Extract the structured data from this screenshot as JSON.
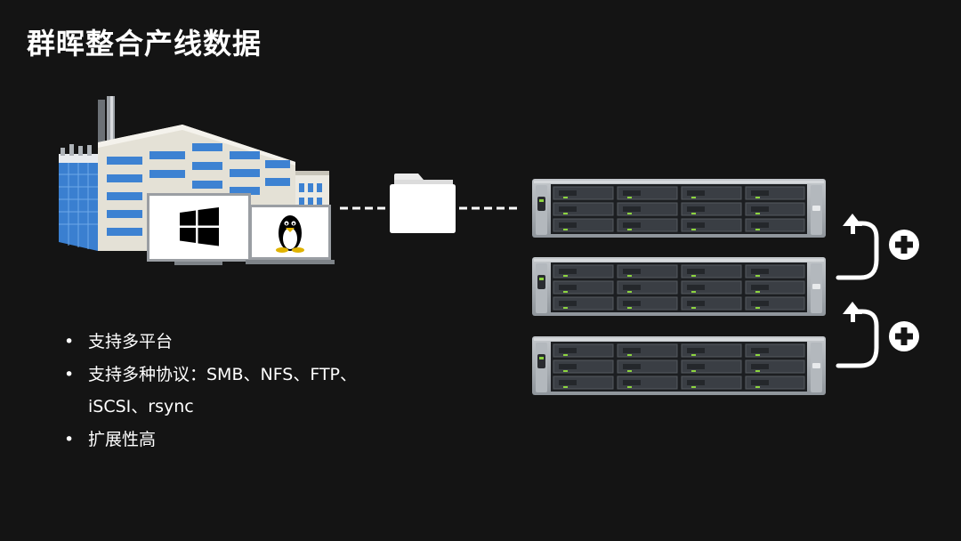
{
  "title": "群晖整合产线数据",
  "bullets": [
    "支持多平台",
    "支持多种协议：SMB、NFS、FTP、iSCSI、rsync",
    "扩展性高"
  ],
  "bullet_marker": "•",
  "icons": {
    "factory": "factory-building-icon",
    "windows": "windows-logo-icon",
    "linux": "linux-tux-icon",
    "folder": "folder-icon",
    "server": "rackmount-nas-server-icon",
    "expand_arrow": "curved-up-arrow-icon",
    "add": "plus-circle-icon"
  },
  "colors": {
    "background": "#141414",
    "text": "#ffffff",
    "building_blue": "#3a7fd0",
    "server_body": "#a9aeb4",
    "drive_tray": "#2b2e33",
    "led_green": "#8cd43e"
  }
}
